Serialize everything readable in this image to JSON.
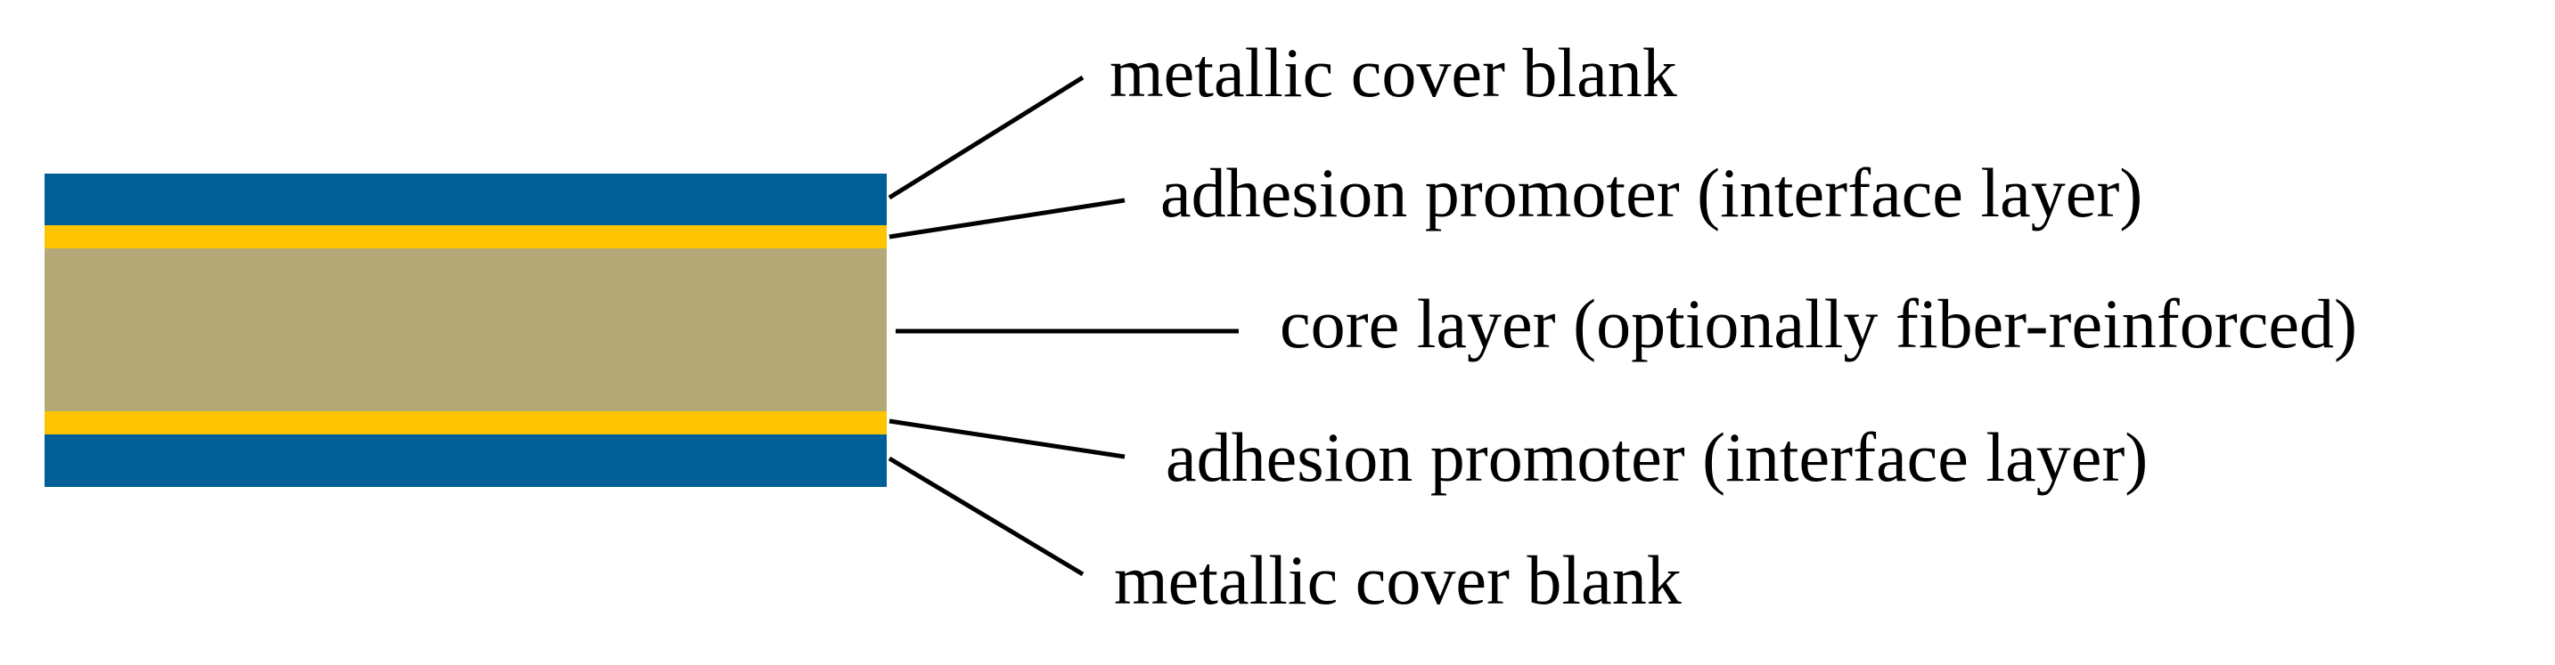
{
  "colors": {
    "cover": "#005f97",
    "adhesion": "#ffc400",
    "core": "#b5a877",
    "leader": "#000000",
    "text": "#000000"
  },
  "labels": {
    "top_cover": "metallic cover blank",
    "top_adhesion": "adhesion promoter (interface layer)",
    "core": "core layer (optionally fiber-reinforced)",
    "bottom_adhesion": "adhesion promoter (interface layer)",
    "bottom_cover": "metallic cover blank"
  }
}
